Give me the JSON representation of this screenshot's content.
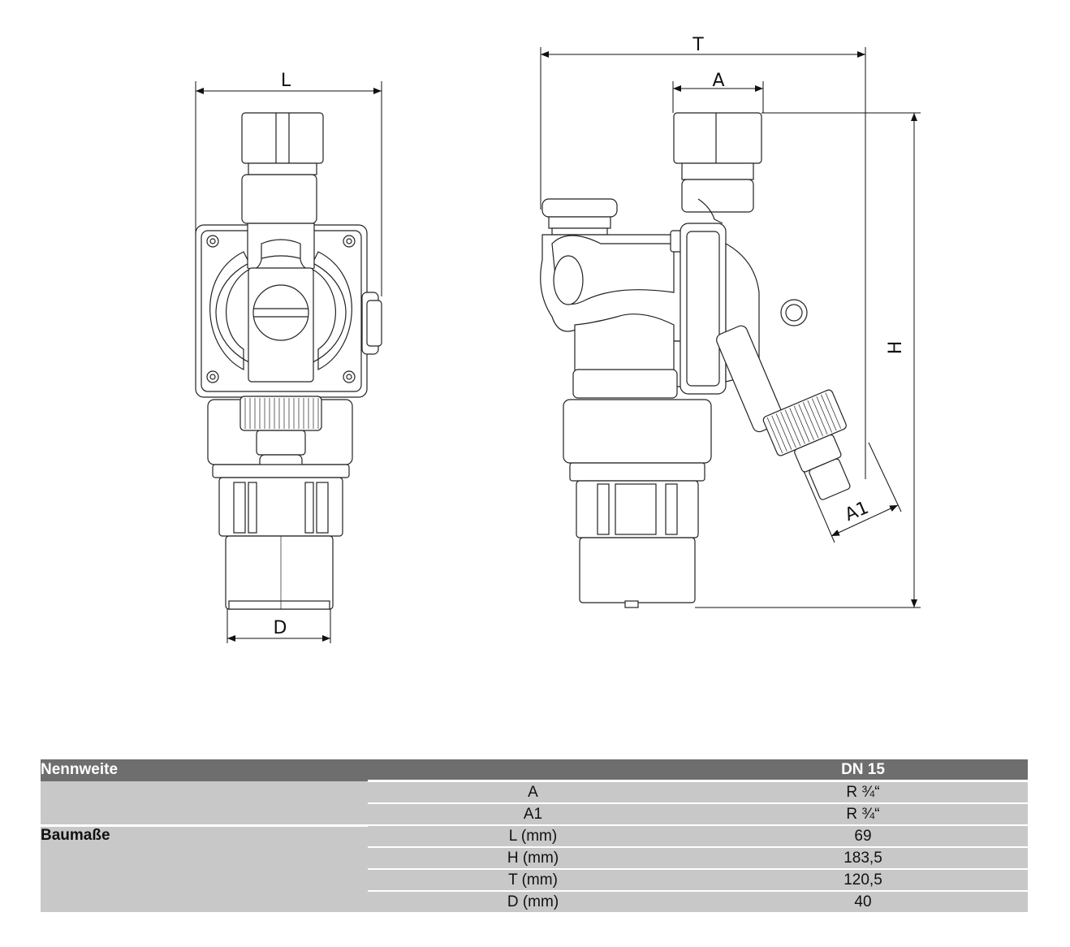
{
  "dimension_labels": {
    "L": "L",
    "D": "D",
    "T": "T",
    "A": "A",
    "H": "H",
    "A1": "A1"
  },
  "table": {
    "header": {
      "col1": "Nennweite",
      "col3": "DN 15"
    },
    "group_label": "Baumaße",
    "rows": [
      {
        "label": "A",
        "value": "R ¾“"
      },
      {
        "label": "A1",
        "value": "R ¾“"
      },
      {
        "label": "L (mm)",
        "value": "69"
      },
      {
        "label": "H (mm)",
        "value": "183,5"
      },
      {
        "label": "T (mm)",
        "value": "120,5"
      },
      {
        "label": "D (mm)",
        "value": "40"
      }
    ]
  }
}
